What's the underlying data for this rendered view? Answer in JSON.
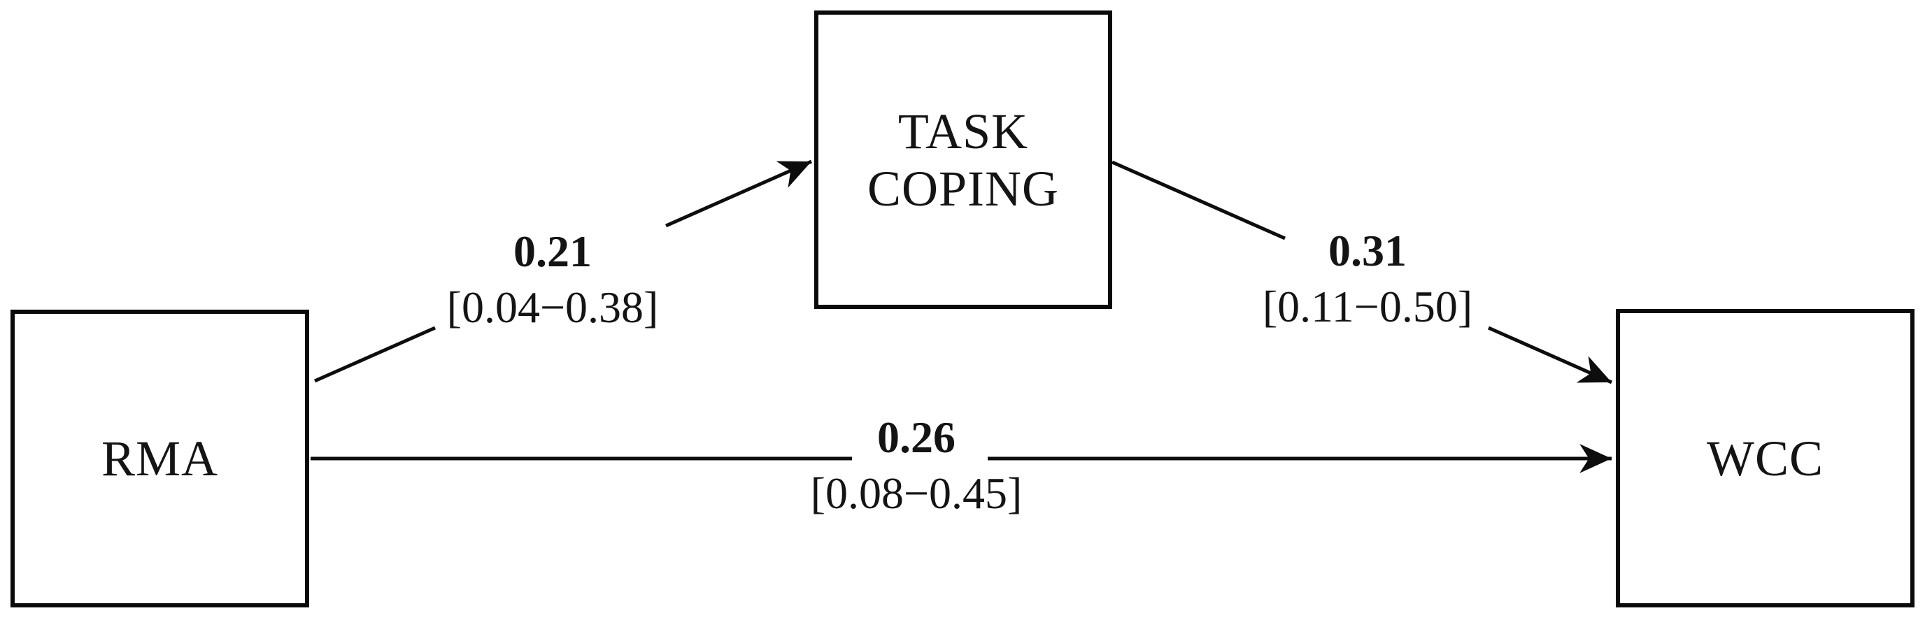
{
  "figure": {
    "type": "mediation-path-diagram",
    "background_color": "#ffffff",
    "ink_color": "#0d0d0d"
  },
  "nodes": {
    "rma": {
      "label": "RMA"
    },
    "task": {
      "label": "TASK COPING",
      "line1": "TASK",
      "line2": "COPING"
    },
    "wcc": {
      "label": "WCC"
    }
  },
  "paths": [
    {
      "from": "RMA",
      "to": "TASK COPING",
      "coefficient": "0.21",
      "ci": "[0.04−0.38]"
    },
    {
      "from": "TASK COPING",
      "to": "WCC",
      "coefficient": "0.31",
      "ci": "[0.11−0.50]"
    },
    {
      "from": "RMA",
      "to": "WCC",
      "coefficient": "0.26",
      "ci": "[0.08−0.45]"
    }
  ]
}
